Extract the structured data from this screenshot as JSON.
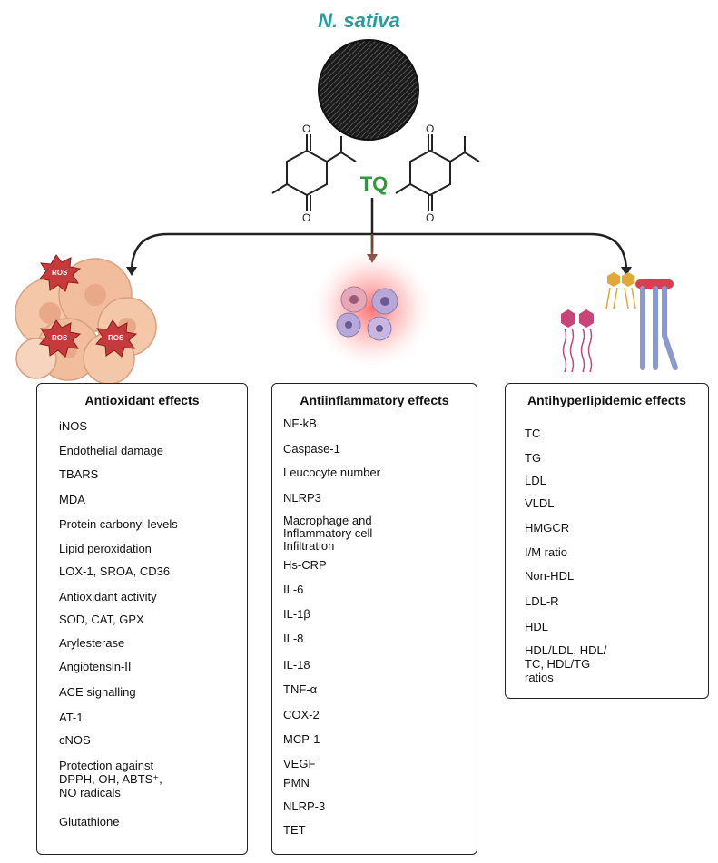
{
  "header": {
    "species": "N. sativa",
    "compound": "TQ"
  },
  "antioxidant": {
    "title": "Antioxidant effects",
    "decreased": [
      "iNOS",
      "Endothelial damage",
      "TBARS",
      "MDA",
      "Protein carbonyl levels",
      "Lipid peroxidation",
      "LOX-1, SROA,  CD36"
    ],
    "increased": [
      "Antioxidant activity",
      "SOD, CAT, GPX",
      "Arylesterase",
      "Angiotensin-II",
      "ACE signalling",
      "AT-1",
      "cNOS",
      "Protection against\nDPPH, OH, ABTS⁺,\nNO radicals",
      "Glutathione"
    ]
  },
  "antiinflammatory": {
    "title": "Antiinflammatory effects",
    "decreased": [
      "NF-kB",
      "Caspase-1",
      "Leucocyte number",
      "NLRP3",
      "Macrophage and\nInflammatory cell\nInfiltration",
      "Hs-CRP",
      "IL-6",
      "IL-1β",
      "IL-8",
      "IL-18",
      "TNF-α",
      "COX-2",
      "MCP-1",
      "VEGF",
      "PMN",
      "NLRP-3"
    ],
    "increased": [
      "TET"
    ]
  },
  "antihyperlipidemic": {
    "title": "Antihyperlipidemic effects",
    "decreased": [
      "TC",
      "TG",
      "LDL",
      "VLDL",
      "HMGCR",
      "I/M ratio",
      "Non-HDL"
    ],
    "increased": [
      "LDL-R",
      "HDL",
      "HDL/LDL, HDL/\nTC, HDL/TG\nratios"
    ]
  },
  "icons": {
    "ros_label": "ROS",
    "colors": {
      "decrease_arrow": "#4a6fe0",
      "increase_arrow": "#e86b6b",
      "decrease_bracket": "#4a4fc8",
      "increase_bracket": "#d84a4a"
    }
  }
}
